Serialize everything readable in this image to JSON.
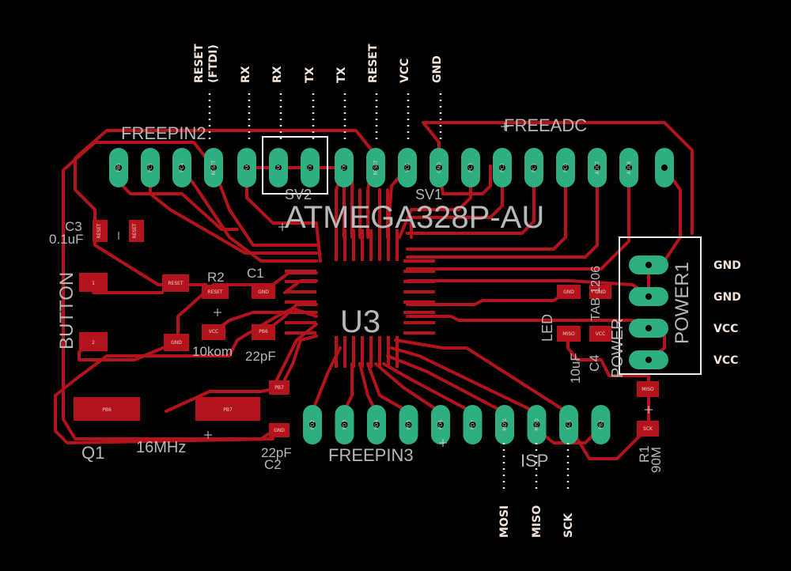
{
  "board": {
    "chip": {
      "name": "ATMEGA328P-AU",
      "ref": "U3"
    },
    "header_labels": {
      "freepin2": "FREEPIN2",
      "freeadc": "FREEADC",
      "freepin3": "FREEPIN3",
      "isp": "ISP",
      "sv2": "SV2",
      "sv1": "SV1",
      "power1": "POWER1"
    },
    "silk": {
      "c3": "C3",
      "c3_value": "0.1uF",
      "button": "BUTTON",
      "r2": "R2",
      "r2_value": "10kom",
      "c1": "C1",
      "c1_value": "22pF",
      "q1": "Q1",
      "q1_value": "16MHz",
      "c2": "C2",
      "c2_value": "22pF",
      "led": "LED",
      "power": "POWER",
      "c4": "C4",
      "c4_value": "10uF",
      "r1": "R1",
      "r1_value": "90M",
      "tab": "TAB 1206"
    },
    "top_signals": [
      "RESET\n(FTDI)",
      "RX",
      "RX",
      "TX",
      "TX",
      "RESET",
      "VCC",
      "GND"
    ],
    "bottom_signals": [
      "MOSI",
      "MISO",
      "SCK"
    ],
    "power_signals": [
      "GND",
      "GND",
      "VCC",
      "VCC"
    ],
    "top_pad_labels": [
      "PB0",
      "PC5",
      "PC4",
      "RESET",
      "RX",
      "RX",
      "TX",
      "TX",
      "RESET",
      "VCC",
      "GND",
      "PC3",
      "PC2",
      "PC1",
      "PC0",
      "ADC7",
      "ADC6"
    ],
    "bottom_pad_labels": [
      "PD2",
      "PD3",
      "PD4",
      "PD5",
      "PD6",
      "PD7",
      "MOSI",
      "MISO",
      "SCK",
      "PB2"
    ],
    "smd_labels": {
      "c3": "RESET",
      "btn1": "1",
      "btn2": "2",
      "r2a": "RESET",
      "r2b": "RESET",
      "c1a": "GND",
      "c1b": "PB6",
      "gnd1": "GND",
      "vcc1": "VCC",
      "q1a": "PB6",
      "q1b": "PB7",
      "c2a": "PB7",
      "c2b": "GND",
      "led_a": "GND",
      "led_b": "MISO",
      "c4a": "GND",
      "c4b": "VCC",
      "r1a": "MISO",
      "r1b": "SCK"
    }
  }
}
